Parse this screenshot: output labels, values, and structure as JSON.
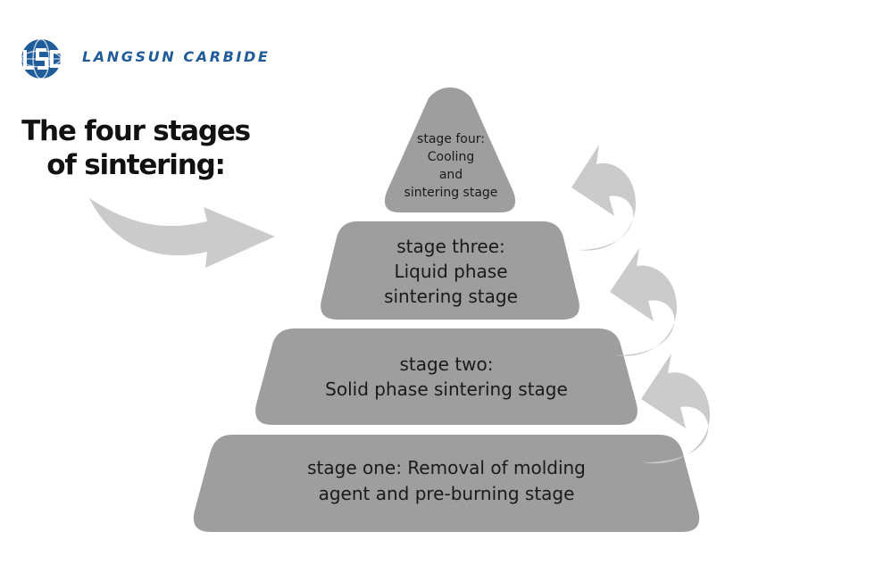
{
  "brand": {
    "logo_icon": "globe-lsc-logo-icon",
    "logo_lettering": "LSC",
    "name": "LANGSUN CARBIDE",
    "color": "#1f5c99"
  },
  "heading": {
    "line1": "The four stages",
    "line2": "of sintering:"
  },
  "pyramid": {
    "fill_color": "#9e9e9e",
    "arrow_color": "#cbcbcb",
    "stage_four": {
      "line1": "stage four:",
      "line2": "Cooling",
      "line3": "and",
      "line4": "sintering stage"
    },
    "stage_three": {
      "line1": "stage three:",
      "line2": "Liquid phase",
      "line3": "sintering stage"
    },
    "stage_two": {
      "line1": "stage two:",
      "line2": "Solid phase sintering stage"
    },
    "stage_one": {
      "line1": "stage one: Removal of molding",
      "line2": "agent and pre-burning stage"
    }
  }
}
